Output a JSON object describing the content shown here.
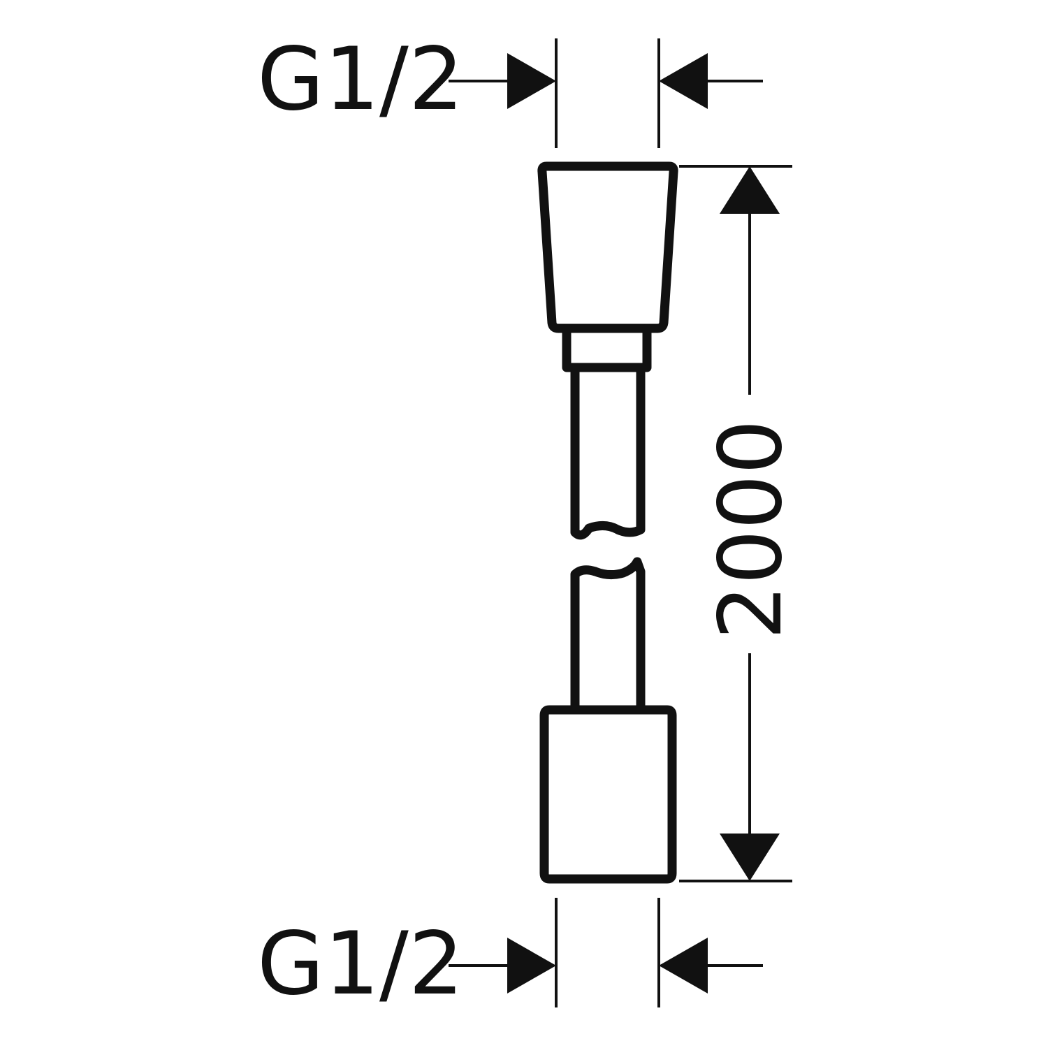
{
  "drawing": {
    "top_thread_label": "G1/2",
    "bottom_thread_label": "G1/2",
    "length_label": "2000",
    "line_color": "#111111",
    "background_color": "#ffffff"
  }
}
